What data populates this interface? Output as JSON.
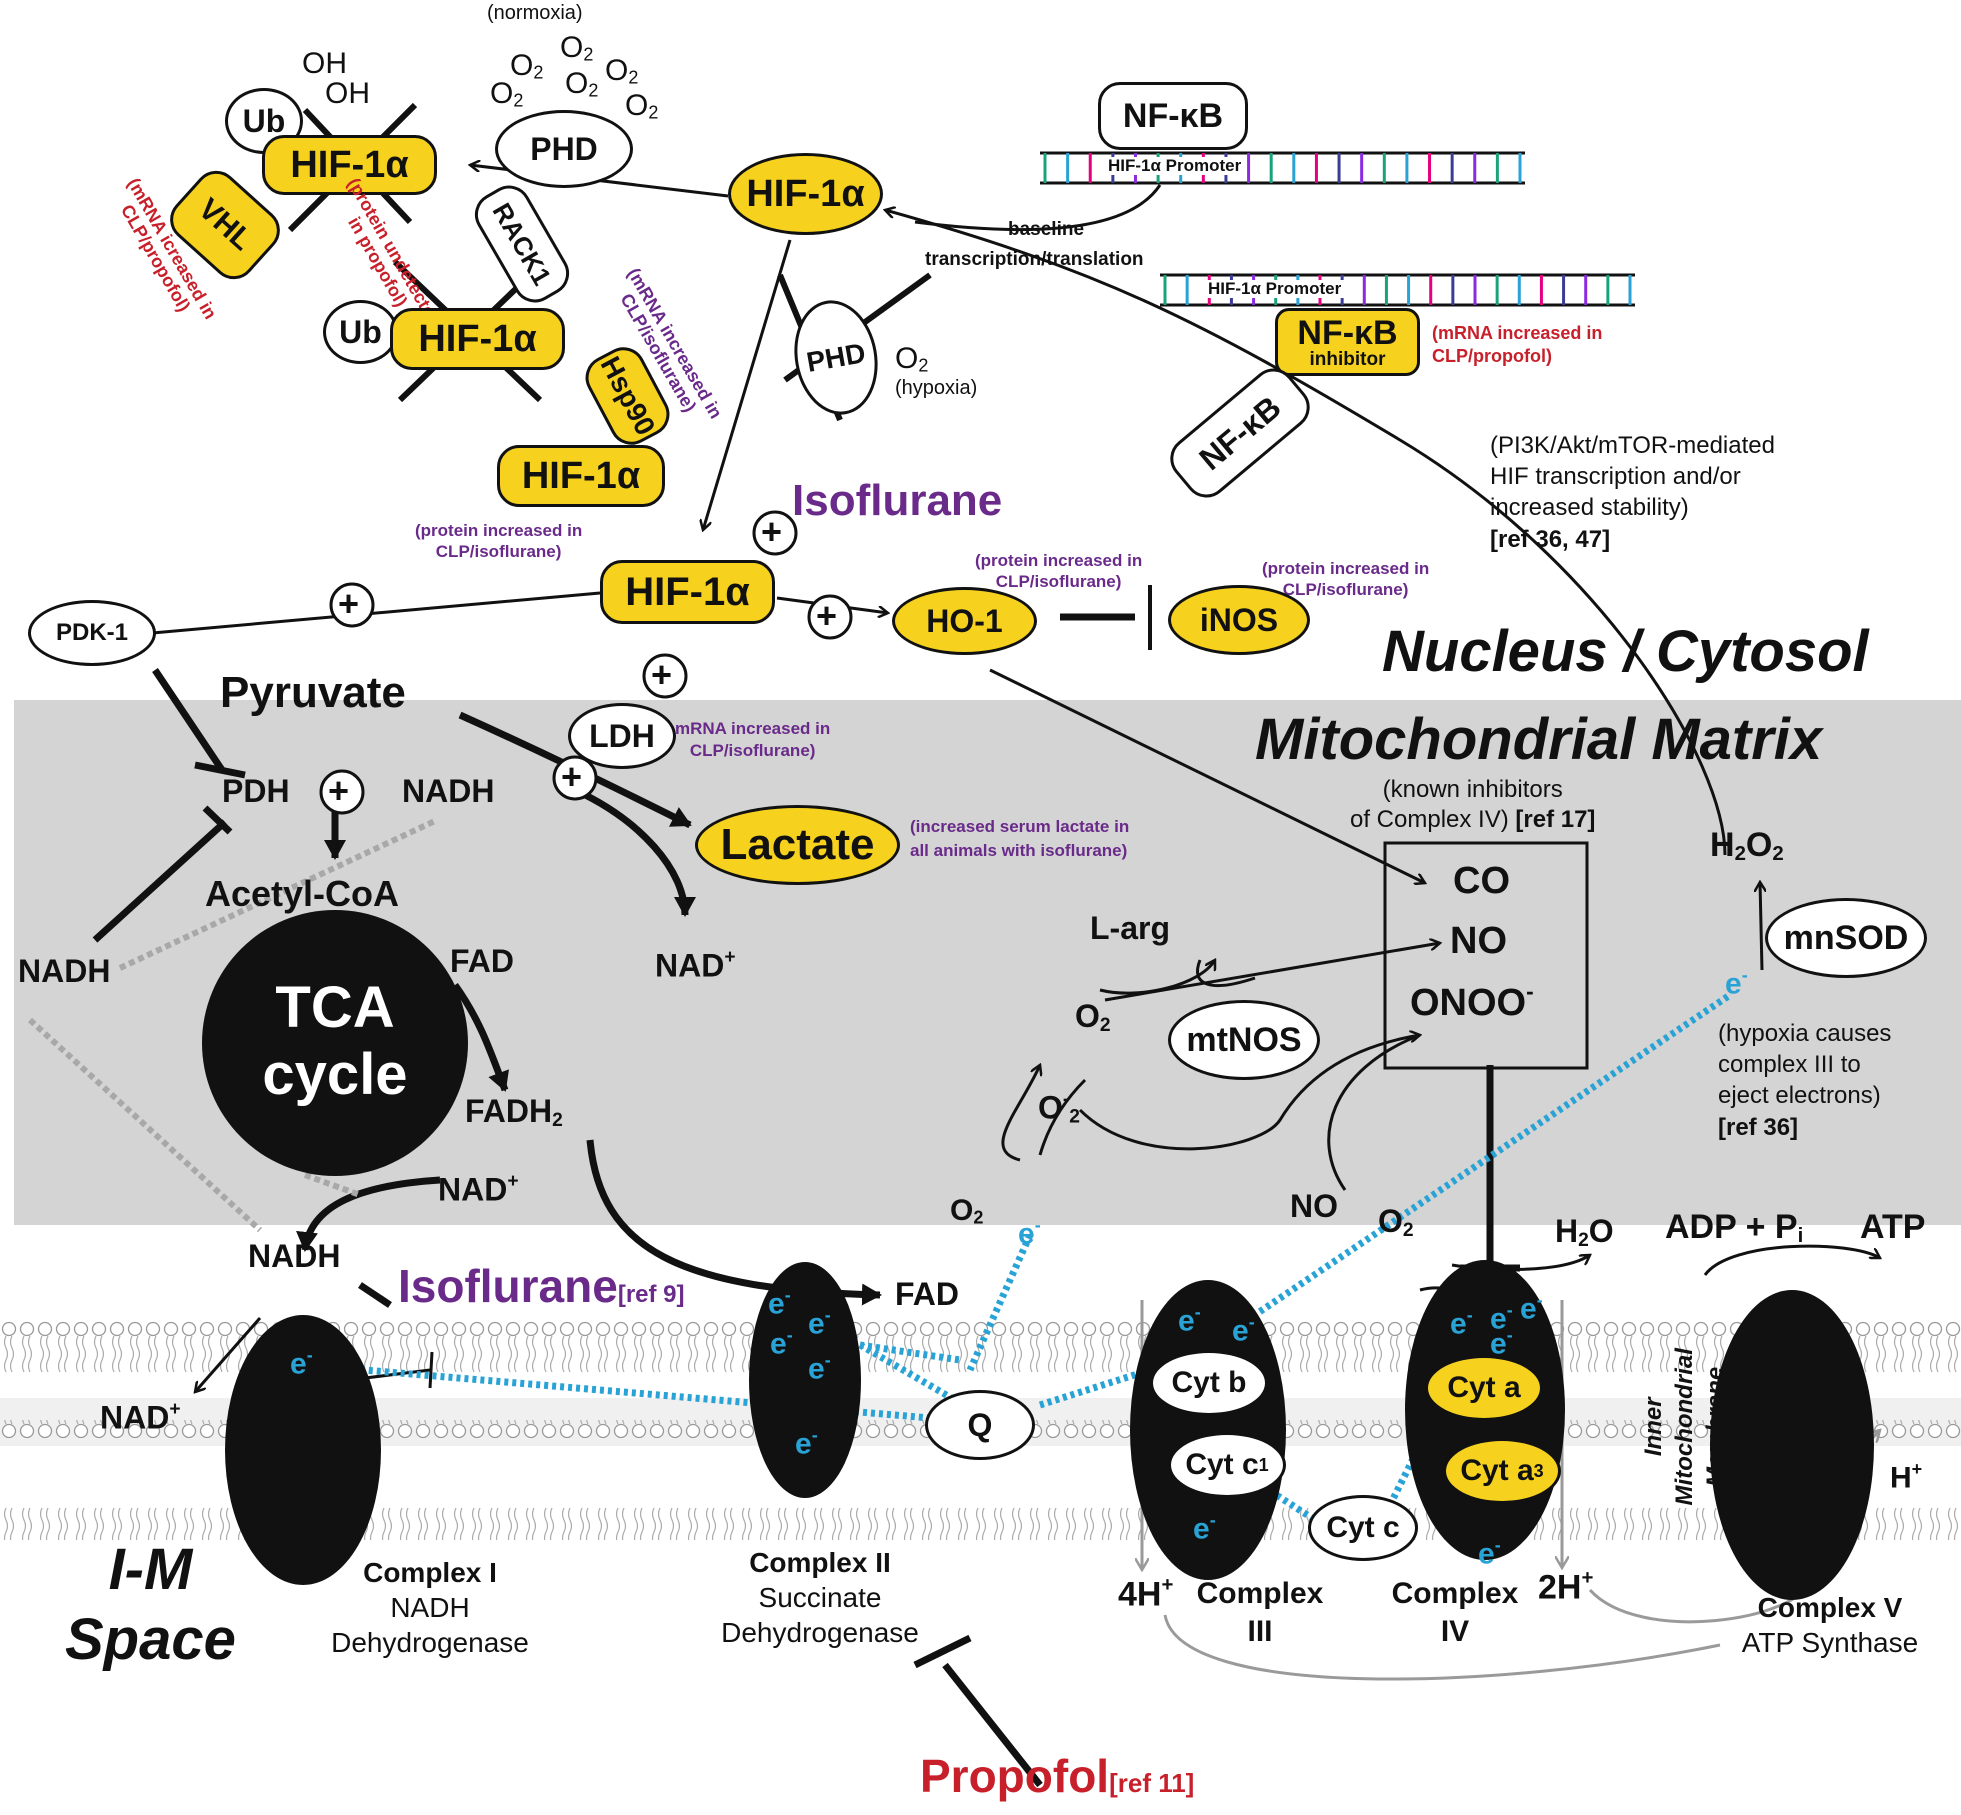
{
  "nodes": {
    "hif1a_top": "HIF-1α",
    "hif1a_degraded": "HIF-1α",
    "hif1a_rack": "HIF-1α",
    "hif1a_hsp": "HIF-1α",
    "hif1a_main": "HIF-1α",
    "ub1": "Ub",
    "ub2": "Ub",
    "vhl": "VHL",
    "phd": "PHD",
    "phd_hypoxia": "PHD",
    "rack1": "RACK1",
    "hsp90": "Hsp90",
    "nfkb_top": "NF-κB",
    "nfkb_inhibitor": "NF-κB",
    "nfkb_inhibitor_sub": "inhibitor",
    "nfkb_free": "NF-κB",
    "pdk1": "PDK-1",
    "pdh": "PDH",
    "ldh": "LDH",
    "lactate": "Lactate",
    "ho1": "HO-1",
    "inos": "iNOS",
    "mtnos": "mtNOS",
    "mnsod": "mnSOD",
    "q": "Q",
    "cyt_b": "Cyt b",
    "cyt_c1": "Cyt c",
    "cyt_c1_sub": "1",
    "cyt_c": "Cyt c",
    "cyt_a": "Cyt a",
    "cyt_a3": "Cyt a",
    "cyt_a3_sub": "3",
    "tca_line1": "TCA",
    "tca_line2": "cycle"
  },
  "text": {
    "oh1": "OH",
    "oh2": "OH",
    "normoxia": "(normoxia)",
    "o2": "O",
    "o2sub": "2",
    "hypoxia": "(hypoxia)",
    "promoter": "HIF-1α Promoter",
    "baseline1": "baseline",
    "baseline2": "transcription/translation",
    "vhl_note1": "(mRNA icreased in",
    "vhl_note2": "CLP/propofol)",
    "protein_undetected1": "(protein undetected",
    "protein_undetected2": "in propofol)",
    "mrna_iso1": "(mRNA increased in",
    "mrna_iso2": "CLP/isoflurane)",
    "nfkb_inh_note1": "(mRNA increased in",
    "nfkb_inh_note2": "CLP/propofol)",
    "pi3k1": "(PI3K/Akt/mTOR-mediated",
    "pi3k2": "HIF transcription and/or",
    "pi3k3": "increased stability)",
    "pi3k_ref": "[ref 36, 47]",
    "isoflurane": "Isoflurane",
    "protein_hif1": "(protein increased in",
    "protein_hif2": "CLP/isoflurane)",
    "protein_ho1_1": "(protein increased in",
    "protein_ho1_2": "CLP/isoflurane)",
    "protein_inos1": "(protein increased in",
    "protein_inos2": "CLP/isoflurane)",
    "nucleus": "Nucleus / Cytosol",
    "matrix": "Mitochondrial Matrix",
    "pyruvate": "Pyruvate",
    "ldh_note1": "mRNA increased in",
    "ldh_note2": "CLP/isoflurane)",
    "lactate_note1": "(increased serum lactate in",
    "lactate_note2": "all animals with isoflurane)",
    "nadh": "NADH",
    "nad": "NAD",
    "plus_sup": "+",
    "minus_sup": "-",
    "acetyl": "Acetyl-CoA",
    "fad": "FAD",
    "fadh": "FADH",
    "sub2": "2",
    "known1": "(known inhibitors",
    "known2": "of Complex IV)",
    "known_ref": "[ref 17]",
    "co": "CO",
    "no": "NO",
    "onoo": "ONOO",
    "larg": "L-arg",
    "h2o2_h": "H",
    "h2o2_o": "O",
    "hyp_note1": "(hypoxia causes",
    "hyp_note2": "complex III to",
    "hyp_note3": "eject electrons)",
    "hyp_ref": "[ref 36]",
    "h2o_h": "H",
    "h2o_o": "O",
    "adp": "ADP + P",
    "adp_sub": "i",
    "atp": "ATP",
    "iso_ref_word": "Isoflurane",
    "ref9": "[ref 9]",
    "electron": "e",
    "imm1": "Inner",
    "imm2": "Mitochondrial",
    "imm3": "Membrane",
    "hplus": "H",
    "four_h": "4H",
    "two_h": "2H",
    "im1": "I-M",
    "im2": "Space",
    "complex1_a": "Complex I",
    "complex1_b": "NADH",
    "complex1_c": "Dehydrogenase",
    "complex2_a": "Complex II",
    "complex2_b": "Succinate",
    "complex2_c": "Dehydrogenase",
    "complex3_a": "Complex",
    "complex3_b": "III",
    "complex4_a": "Complex",
    "complex4_b": "IV",
    "complex5_a": "Complex V",
    "complex5_b": "ATP Synthase",
    "propofol": "Propofol",
    "ref11": "[ref 11]",
    "plus_sign": "+"
  },
  "colors": {
    "yellow": "#f6d21f",
    "matrix_gray": "#d4d4d4",
    "electron_blue": "#29a3d6",
    "red_note": "#c8202b",
    "purple_note": "#6a2a8a",
    "dna_colors": [
      "#1aa37a",
      "#29a3d6",
      "#e6007e",
      "#3b3b98",
      "#8a2be2"
    ]
  }
}
